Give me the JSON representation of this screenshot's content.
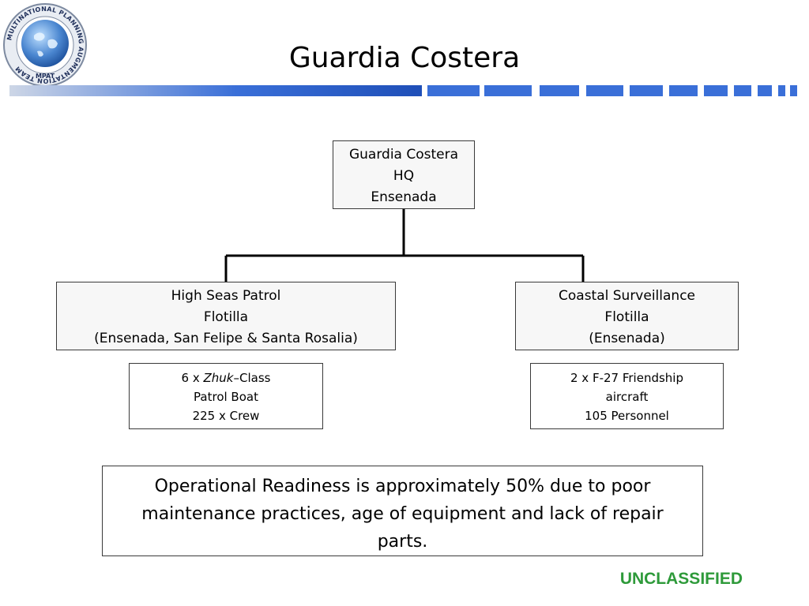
{
  "logo": {
    "ring_text": "MULTINATIONAL PLANNING AUGMENTATION TEAM",
    "acronym": "MPAT"
  },
  "title": "Guardia Costera",
  "org_chart": {
    "root": {
      "lines": [
        "Guardia Costera",
        "HQ",
        "Ensenada"
      ]
    },
    "children": [
      {
        "lines": [
          "High Seas Patrol",
          "Flotilla",
          "(Ensenada, San Felipe & Santa Rosalia)"
        ],
        "detail": {
          "line1_prefix": "6 x ",
          "line1_italic": "Zhuk",
          "line1_suffix": "–Class",
          "line2": "Patrol Boat",
          "line3": "225 x Crew"
        }
      },
      {
        "lines": [
          "Coastal Surveillance",
          "Flotilla",
          "(Ensenada)"
        ],
        "detail": {
          "line1": "2 x F-27 Friendship",
          "line2": "aircraft",
          "line3": "105 Personnel"
        }
      }
    ]
  },
  "note": {
    "lines": [
      "Operational Readiness is approximately 50% due to poor",
      "maintenance practices, age of equipment and lack of repair",
      "parts."
    ]
  },
  "classification": "UNCLASSIFIED",
  "colors": {
    "stripe_blue": "#3a6fd8",
    "classification_green": "#2e9a3a"
  }
}
